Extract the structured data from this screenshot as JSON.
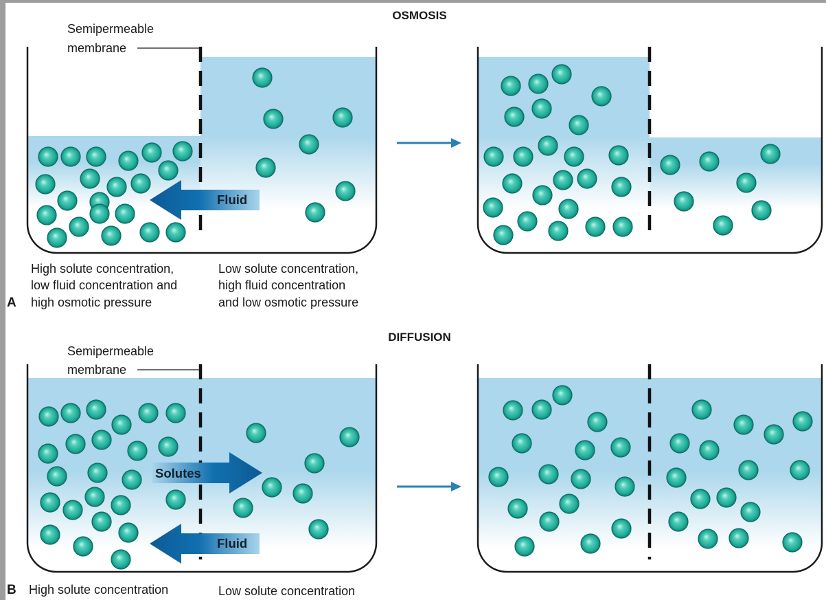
{
  "osmosis": {
    "title": "OSMOSIS",
    "panel_letter": "A",
    "membrane_label": {
      "line1": "Semipermeable",
      "line2": "membrane"
    },
    "arrow_label": "Fluid",
    "left_caption": [
      "High solute concentration,",
      "low fluid concentration and",
      "high osmotic pressure"
    ],
    "right_caption": [
      "Low solute concentration,",
      "high fluid concentration",
      "and low osmotic pressure"
    ]
  },
  "diffusion": {
    "title": "DIFFUSION",
    "panel_letter": "B",
    "membrane_label": {
      "line1": "Semipermeable",
      "line2": "membrane"
    },
    "solutes_arrow_label": "Solutes",
    "fluid_arrow_label": "Fluid",
    "left_caption": "High solute concentration",
    "right_caption": "Low solute concentration"
  },
  "colors": {
    "fluid": "#acd7ec",
    "particle": "#1faa98",
    "arrow": "#1170b0",
    "transition_arrow": "#2a7fba"
  }
}
